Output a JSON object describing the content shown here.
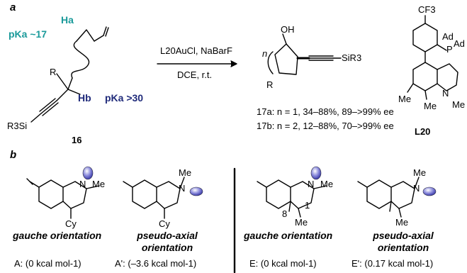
{
  "panel_a": {
    "label": "a",
    "pka_a": "pKa ~17",
    "pka_b": "pKa >30",
    "ha": "Ha",
    "hb": "Hb",
    "r": "R",
    "sir3_left": "R3Si",
    "compound_16": "16",
    "reagent_top": "L20AuCl, NaBarF",
    "reagent_bottom": "DCE, r.t.",
    "product_oh": "OH",
    "product_n": "n",
    "product_r": "R",
    "product_sir3": "SiR3",
    "result_17a": "17a: n = 1, 34–88%, 89–>99% ee",
    "result_17b": "17b: n = 2, 12–88%, 70–>99% ee",
    "ligand_cf3": "CF3",
    "ligand_ad1": "Ad",
    "ligand_ad2": "Ad",
    "ligand_p": "P",
    "ligand_n": "N",
    "ligand_me_n": "Me",
    "ligand_me1": "Me",
    "ligand_me2": "Me",
    "ligand_label": "L20"
  },
  "panel_b": {
    "label": "b",
    "structures": [
      {
        "id": "A",
        "orientation": "gauche orientation",
        "energy": "A: (0 kcal mol-1)",
        "substituent": "Cy",
        "n": "N",
        "nme": "Me"
      },
      {
        "id": "A'",
        "orientation": "pseudo-axial orientation",
        "energy": "A': (–3.6 kcal mol-1)",
        "substituent": "Cy",
        "n": "N",
        "nme": "Me"
      },
      {
        "id": "E",
        "orientation": "gauche orientation",
        "energy": "E: (0 kcal mol-1)",
        "substituent": "Me",
        "n": "N",
        "nme": "Me",
        "pos8": "8",
        "pos1": "1"
      },
      {
        "id": "E'",
        "orientation": "pseudo-axial orientation",
        "energy": "E': (0.17 kcal mol-1)",
        "substituent": "Me",
        "n": "N",
        "nme": "Me"
      }
    ]
  },
  "colors": {
    "teal": "#1a9a9a",
    "navy": "#1f2a7a",
    "lone_pair": "#5a5ac8"
  }
}
